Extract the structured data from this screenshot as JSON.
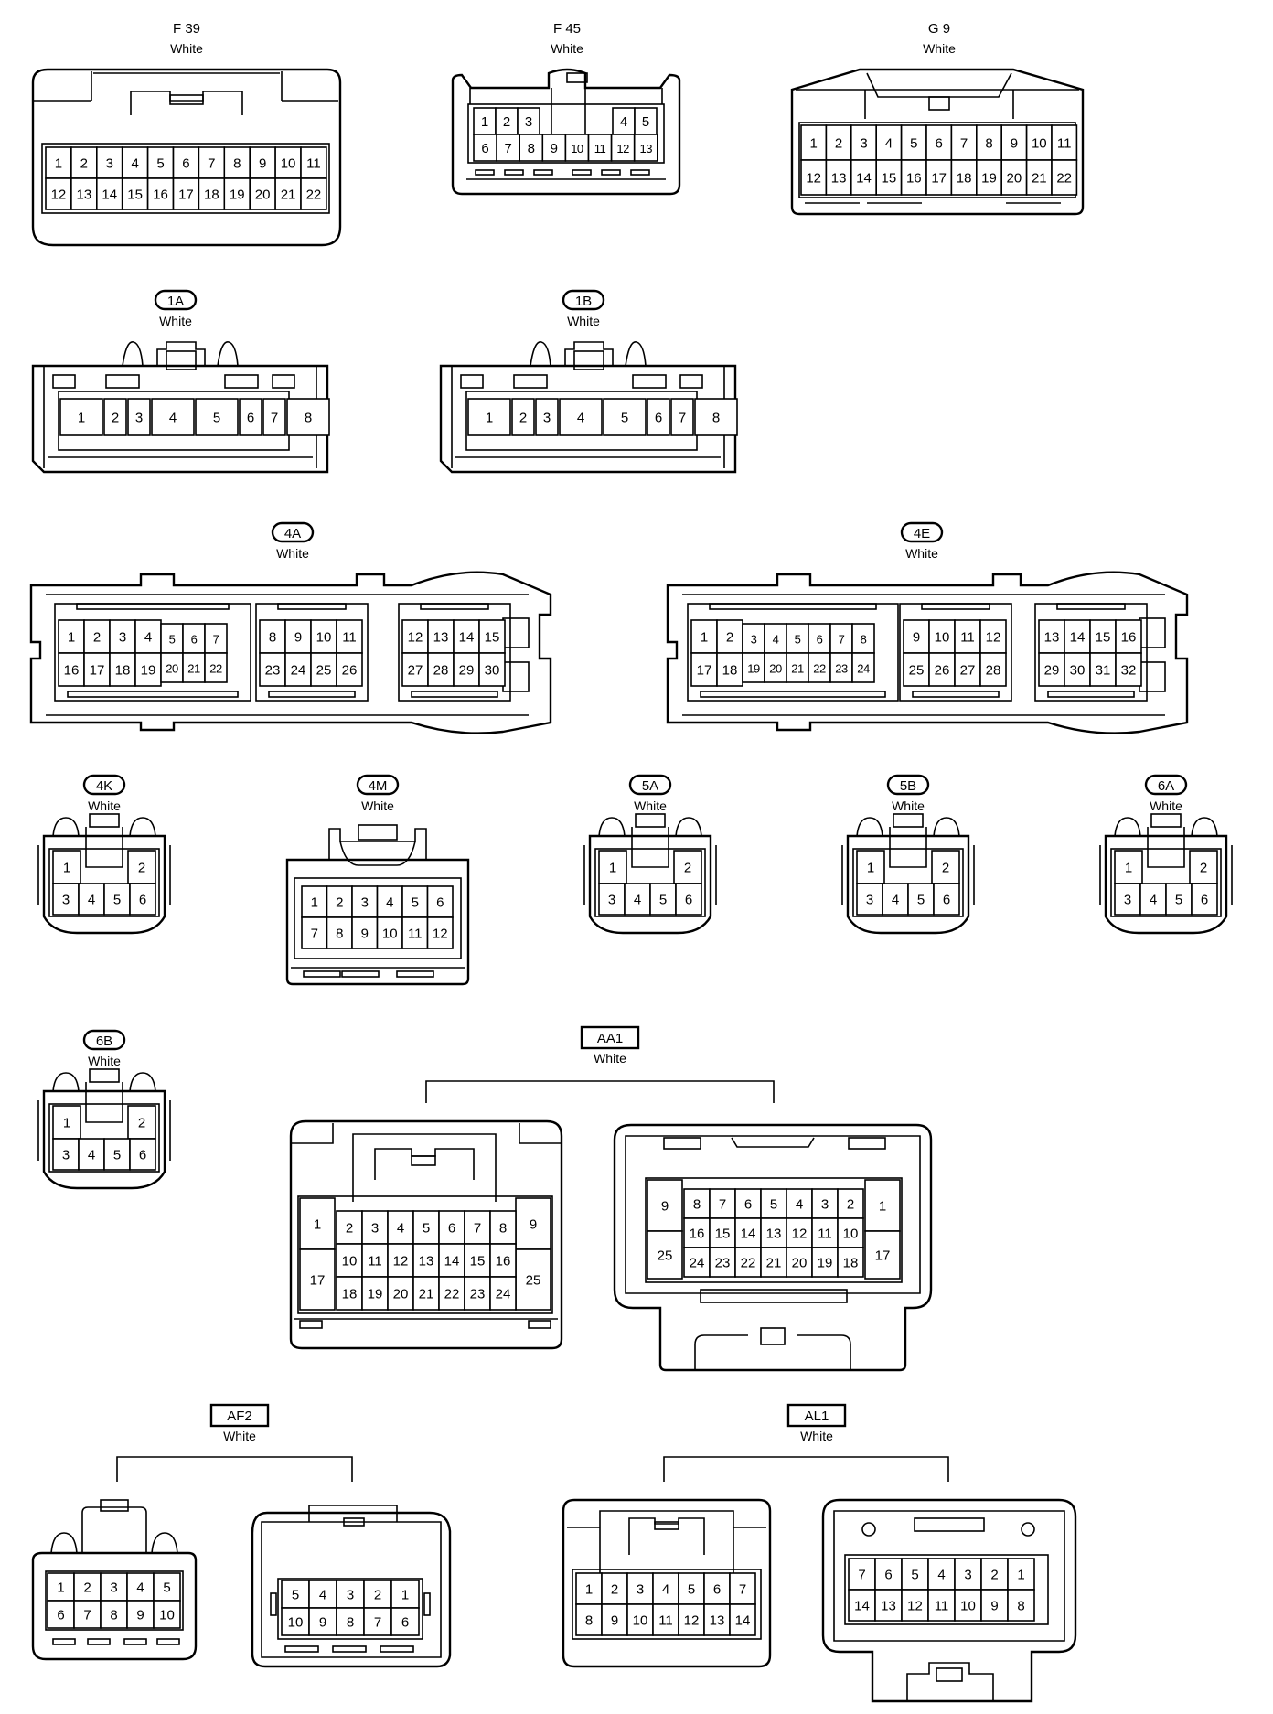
{
  "connectors": [
    {
      "id": "F39",
      "title": "F 39",
      "title_style": "plain",
      "color": "White",
      "rows": [
        [
          "1",
          "2",
          "3",
          "4",
          "5",
          "6",
          "7",
          "8",
          "9",
          "10",
          "11"
        ],
        [
          "12",
          "13",
          "14",
          "15",
          "16",
          "17",
          "18",
          "19",
          "20",
          "21",
          "22"
        ]
      ]
    },
    {
      "id": "F45",
      "title": "F 45",
      "title_style": "plain",
      "color": "White",
      "rows": [
        [
          "1",
          "2",
          "3",
          "4",
          "5"
        ],
        [
          "6",
          "7",
          "8",
          "9",
          "10",
          "11",
          "12",
          "13"
        ]
      ]
    },
    {
      "id": "G9",
      "title": "G 9",
      "title_style": "plain",
      "color": "White",
      "rows": [
        [
          "1",
          "2",
          "3",
          "4",
          "5",
          "6",
          "7",
          "8",
          "9",
          "10",
          "11"
        ],
        [
          "12",
          "13",
          "14",
          "15",
          "16",
          "17",
          "18",
          "19",
          "20",
          "21",
          "22"
        ]
      ]
    },
    {
      "id": "1A",
      "title": "1A",
      "title_style": "pill",
      "color": "White",
      "rows": [
        [
          "1",
          "2",
          "3",
          "4",
          "5",
          "6",
          "7",
          "8"
        ]
      ]
    },
    {
      "id": "1B",
      "title": "1B",
      "title_style": "pill",
      "color": "White",
      "rows": [
        [
          "1",
          "2",
          "3",
          "4",
          "5",
          "6",
          "7",
          "8"
        ]
      ]
    },
    {
      "id": "4A",
      "title": "4A",
      "title_style": "pill",
      "color": "White",
      "rows": [
        [
          "1",
          "2",
          "3",
          "4",
          "5",
          "6",
          "7",
          "8",
          "9",
          "10",
          "11",
          "12",
          "13",
          "14",
          "15"
        ],
        [
          "16",
          "17",
          "18",
          "19",
          "20",
          "21",
          "22",
          "23",
          "24",
          "25",
          "26",
          "27",
          "28",
          "29",
          "30"
        ]
      ]
    },
    {
      "id": "4E",
      "title": "4E",
      "title_style": "pill",
      "color": "White",
      "rows": [
        [
          "1",
          "2",
          "3",
          "4",
          "5",
          "6",
          "7",
          "8",
          "9",
          "10",
          "11",
          "12",
          "13",
          "14",
          "15",
          "16"
        ],
        [
          "17",
          "18",
          "19",
          "20",
          "21",
          "22",
          "23",
          "24",
          "25",
          "26",
          "27",
          "28",
          "29",
          "30",
          "31",
          "32"
        ]
      ]
    },
    {
      "id": "4K",
      "title": "4K",
      "title_style": "pill",
      "color": "White",
      "rows": [
        [
          "1",
          "2"
        ],
        [
          "3",
          "4",
          "5",
          "6"
        ]
      ]
    },
    {
      "id": "4M",
      "title": "4M",
      "title_style": "pill",
      "color": "White",
      "rows": [
        [
          "1",
          "2",
          "3",
          "4",
          "5",
          "6"
        ],
        [
          "7",
          "8",
          "9",
          "10",
          "11",
          "12"
        ]
      ]
    },
    {
      "id": "5A",
      "title": "5A",
      "title_style": "pill",
      "color": "White",
      "rows": [
        [
          "1",
          "2"
        ],
        [
          "3",
          "4",
          "5",
          "6"
        ]
      ]
    },
    {
      "id": "5B",
      "title": "5B",
      "title_style": "pill",
      "color": "White",
      "rows": [
        [
          "1",
          "2"
        ],
        [
          "3",
          "4",
          "5",
          "6"
        ]
      ]
    },
    {
      "id": "6A",
      "title": "6A",
      "title_style": "pill",
      "color": "White",
      "rows": [
        [
          "1",
          "2"
        ],
        [
          "3",
          "4",
          "5",
          "6"
        ]
      ]
    },
    {
      "id": "6B",
      "title": "6B",
      "title_style": "pill",
      "color": "White",
      "rows": [
        [
          "1",
          "2"
        ],
        [
          "3",
          "4",
          "5",
          "6"
        ]
      ]
    },
    {
      "id": "AA1",
      "title": "AA1",
      "title_style": "box",
      "color": "White",
      "male_rows": [
        [
          "1",
          "2",
          "3",
          "4",
          "5",
          "6",
          "7",
          "8",
          "9"
        ],
        [
          "17",
          "10",
          "11",
          "12",
          "13",
          "14",
          "15",
          "16",
          "25"
        ],
        [
          "18",
          "19",
          "20",
          "21",
          "22",
          "23",
          "24"
        ]
      ],
      "female_rows": [
        [
          "9",
          "8",
          "7",
          "6",
          "5",
          "4",
          "3",
          "2",
          "1"
        ],
        [
          "25",
          "16",
          "15",
          "14",
          "13",
          "12",
          "11",
          "10",
          "17"
        ],
        [
          "24",
          "23",
          "22",
          "21",
          "20",
          "19",
          "18"
        ]
      ]
    },
    {
      "id": "AF2",
      "title": "AF2",
      "title_style": "box",
      "color": "White",
      "male_rows": [
        [
          "1",
          "2",
          "3",
          "4",
          "5"
        ],
        [
          "6",
          "7",
          "8",
          "9",
          "10"
        ]
      ],
      "female_rows": [
        [
          "5",
          "4",
          "3",
          "2",
          "1"
        ],
        [
          "10",
          "9",
          "8",
          "7",
          "6"
        ]
      ]
    },
    {
      "id": "AL1",
      "title": "AL1",
      "title_style": "box",
      "color": "White",
      "male_rows": [
        [
          "1",
          "2",
          "3",
          "4",
          "5",
          "6",
          "7"
        ],
        [
          "8",
          "9",
          "10",
          "11",
          "12",
          "13",
          "14"
        ]
      ],
      "female_rows": [
        [
          "7",
          "6",
          "5",
          "4",
          "3",
          "2",
          "1"
        ],
        [
          "14",
          "13",
          "12",
          "11",
          "10",
          "9",
          "8"
        ]
      ]
    }
  ]
}
